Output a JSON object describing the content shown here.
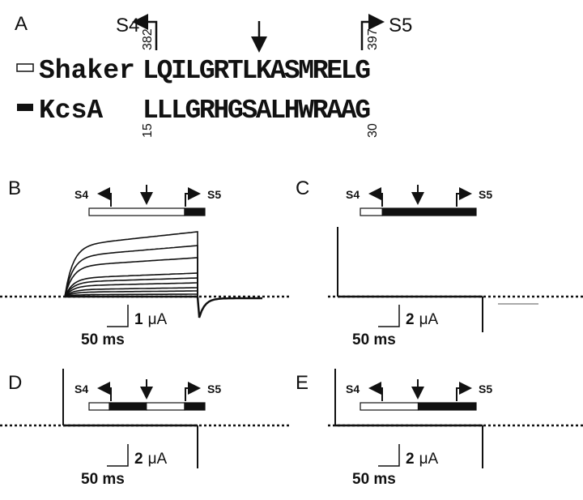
{
  "panel_a": {
    "label": "A",
    "s4": "S4",
    "s5": "S5",
    "num_382": "382",
    "num_397": "397",
    "num_15": "15",
    "num_30": "30",
    "rows": [
      {
        "name": "Shaker",
        "sequence": "LQILGRTLKASMRELG",
        "swatch": "#ffffff"
      },
      {
        "name": "KcsA",
        "sequence": "LLLGRHGSALHWRAAG",
        "swatch": "#111111"
      }
    ]
  },
  "panels": [
    {
      "label": "B",
      "s4": "S4",
      "s5": "S5",
      "scale_current": "1",
      "unit": "μA",
      "scale_time": "50 ms"
    },
    {
      "label": "C",
      "s4": "S4",
      "s5": "S5",
      "scale_current": "2",
      "unit": "μA",
      "scale_time": "50 ms"
    },
    {
      "label": "D",
      "s4": "S4",
      "s5": "S5",
      "scale_current": "2",
      "unit": "μA",
      "scale_time": "50 ms"
    },
    {
      "label": "E",
      "s4": "S4",
      "s5": "S5",
      "scale_current": "2",
      "unit": "μA",
      "scale_time": "50 ms"
    }
  ]
}
